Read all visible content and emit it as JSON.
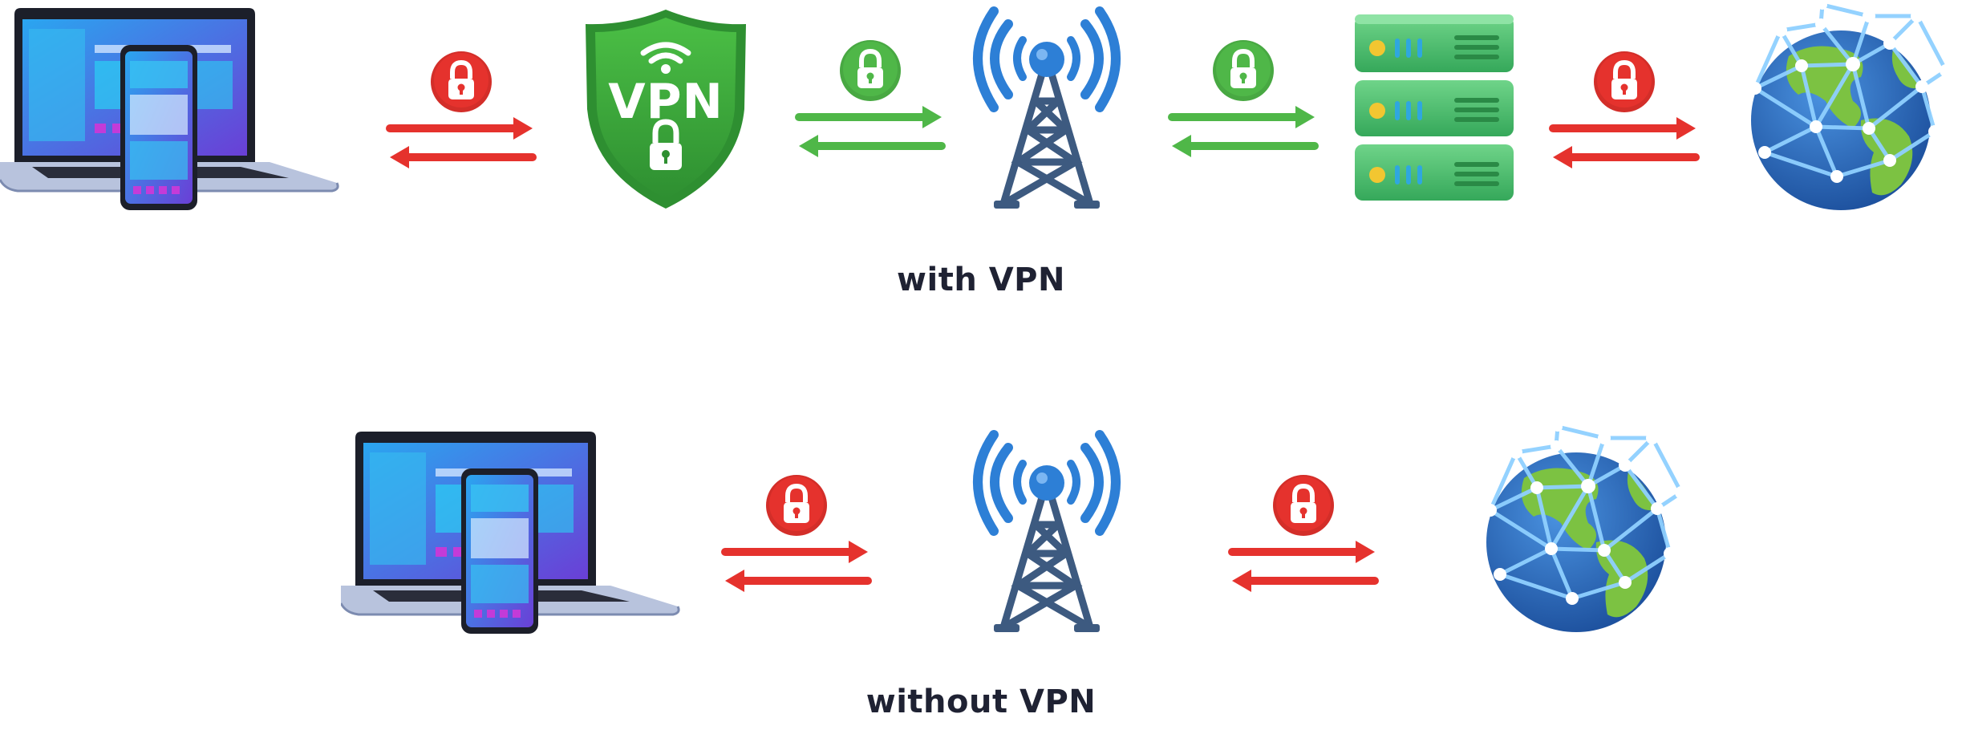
{
  "diagram": {
    "with_vpn": {
      "caption": "with VPN",
      "nodes": [
        {
          "kind": "devices",
          "icon": "laptop-phone-icon"
        },
        {
          "kind": "vpn-shield",
          "icon": "vpn-shield-icon",
          "label": "VPN"
        },
        {
          "kind": "tower",
          "icon": "radio-tower-icon"
        },
        {
          "kind": "server",
          "icon": "server-stack-icon"
        },
        {
          "kind": "globe",
          "icon": "globe-network-icon"
        }
      ],
      "links": [
        {
          "color": "#e5322d",
          "lock_color": "#e5322d",
          "secure": false
        },
        {
          "color": "#4fb748",
          "lock_color": "#45b040",
          "secure": true
        },
        {
          "color": "#4fb748",
          "lock_color": "#45b040",
          "secure": true
        },
        {
          "color": "#e5322d",
          "lock_color": "#e5322d",
          "secure": false
        }
      ]
    },
    "without_vpn": {
      "caption": "without VPN",
      "nodes": [
        {
          "kind": "devices",
          "icon": "laptop-phone-icon"
        },
        {
          "kind": "tower",
          "icon": "radio-tower-icon"
        },
        {
          "kind": "globe",
          "icon": "globe-network-icon"
        }
      ],
      "links": [
        {
          "color": "#e5322d",
          "lock_color": "#e5322d",
          "secure": false
        },
        {
          "color": "#e5322d",
          "lock_color": "#e5322d",
          "secure": false
        }
      ]
    }
  },
  "colors": {
    "insecure": "#e5322d",
    "secure": "#4fb748",
    "tower": "#3d5a80",
    "signal": "#2d7fd6",
    "shield": "#3aa83a",
    "server": "#4cc46c",
    "globe_ocean": "#2b6fc4",
    "globe_land": "#7cc242",
    "laptop_screen": "#2f7fe8",
    "caption_text": "#1f2233"
  }
}
